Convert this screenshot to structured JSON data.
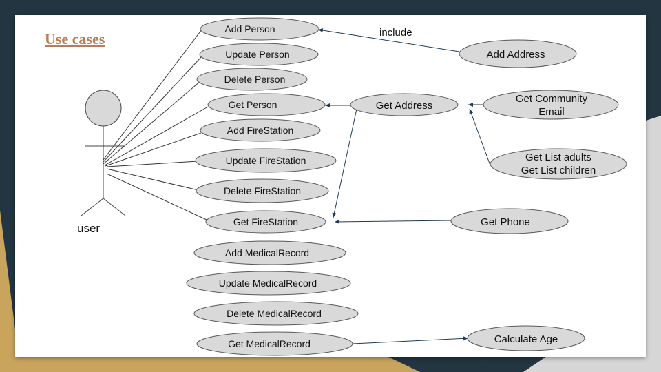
{
  "slide": {
    "title": "Use cases",
    "colors": {
      "frame": "#223540",
      "accent": "#c8a45c",
      "ellipse_fill": "#d9d9d9",
      "ellipse_stroke": "#595959",
      "title": "#b97c53"
    }
  },
  "actor": {
    "label": "user"
  },
  "relationship_label": "include",
  "use_cases": {
    "add_person": "Add Person",
    "update_person": "Update Person",
    "delete_person": "Delete Person",
    "get_person": "Get Person",
    "add_firestation": "Add FireStation",
    "update_firestation": "Update FireStation",
    "delete_firestation": "Delete FireStation",
    "get_firestation": "Get FireStation",
    "add_medicalrecord": "Add MedicalRecord",
    "update_medicalrecord": "Update MedicalRecord",
    "delete_medicalrecord": "Delete MedicalRecord",
    "get_medicalrecord": "Get MedicalRecord",
    "add_address": "Add Address",
    "get_address": "Get Address",
    "get_community_email": [
      "Get Community",
      "Email"
    ],
    "get_list": [
      "Get List adults",
      "Get List children"
    ],
    "get_phone": "Get Phone",
    "calculate_age": "Calculate Age"
  }
}
